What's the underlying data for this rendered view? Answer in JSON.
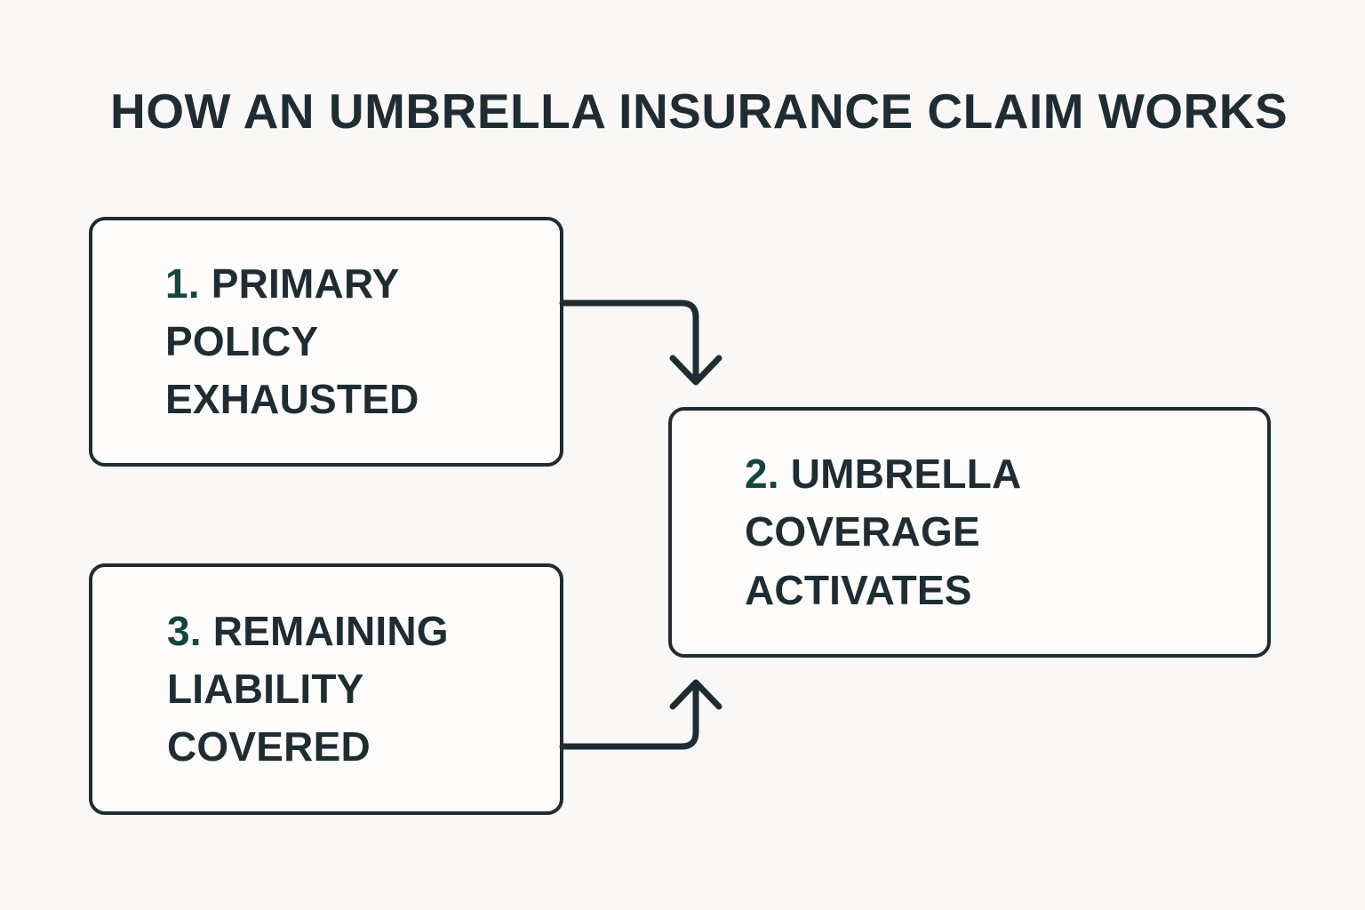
{
  "diagram": {
    "title": "HOW AN UMBRELLA INSURANCE CLAIM WORKS",
    "background_color": "#faf8f6",
    "text_color": "#1f2d33",
    "accent_color": "#15463d",
    "box_fill_color": "#fdfcfb",
    "border_color": "#1f2d33",
    "steps": [
      {
        "number": "1.",
        "label": "PRIMARY POLICY EXHAUSTED",
        "line1": "PRIMARY",
        "line2": "POLICY",
        "line3": "EXHAUSTED"
      },
      {
        "number": "2.",
        "label": "UMBRELLA COVERAGE ACTIVATES",
        "line1": "UMBRELLA",
        "line2": "COVERAGE",
        "line3": "ACTIVATES"
      },
      {
        "number": "3.",
        "label": "REMAINING LIABILITY COVERED",
        "line1": "REMAINING",
        "line2": "LIABILITY",
        "line3": "COVERED"
      }
    ],
    "connectors": [
      {
        "name": "step-1-to-step-2",
        "from": "1. PRIMARY POLICY EXHAUSTED",
        "to": "2. UMBRELLA COVERAGE ACTIVATES",
        "direction": "down"
      },
      {
        "name": "step-3-to-step-2",
        "from": "3. REMAINING LIABILITY COVERED",
        "to": "2. UMBRELLA COVERAGE ACTIVATES",
        "direction": "up"
      }
    ]
  }
}
